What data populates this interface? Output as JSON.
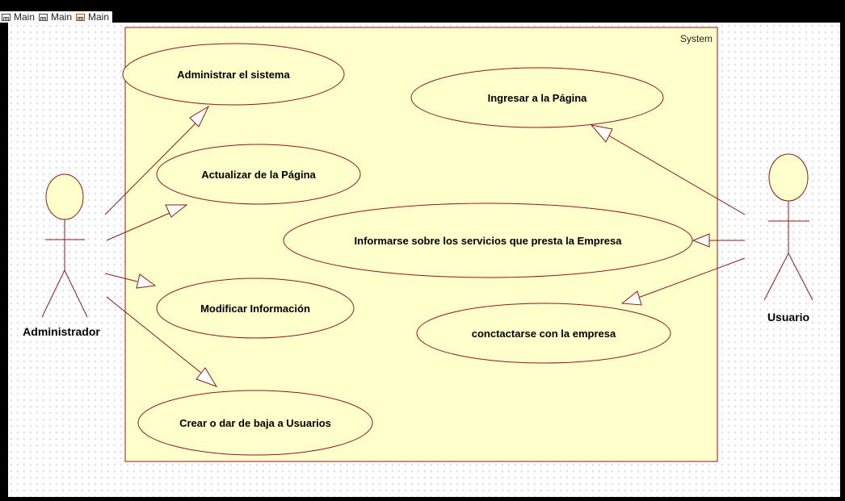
{
  "tabs": [
    {
      "label": "Main",
      "icon": "class-diagram-icon"
    },
    {
      "label": "Main",
      "icon": "class-diagram-icon"
    },
    {
      "label": "Main",
      "icon": "use-case-diagram-icon"
    }
  ],
  "diagram": {
    "system_label": "System",
    "actors": {
      "admin": "Administrador",
      "user": "Usuario"
    },
    "use_cases": {
      "administrar": "Administrar el sistema",
      "actualizar": "Actualizar de la Página",
      "modificar": "Modificar Información",
      "crear": "Crear o dar de baja a Usuarios",
      "ingresar": "Ingresar a la Página",
      "informarse": "Informarse sobre los servicios que presta la Empresa",
      "contactar": "conctactarse con la empresa"
    },
    "colors": {
      "system_fill": "#ffffcc",
      "line": "#8b1a1a",
      "actor_fill": "#ffffcc"
    }
  }
}
